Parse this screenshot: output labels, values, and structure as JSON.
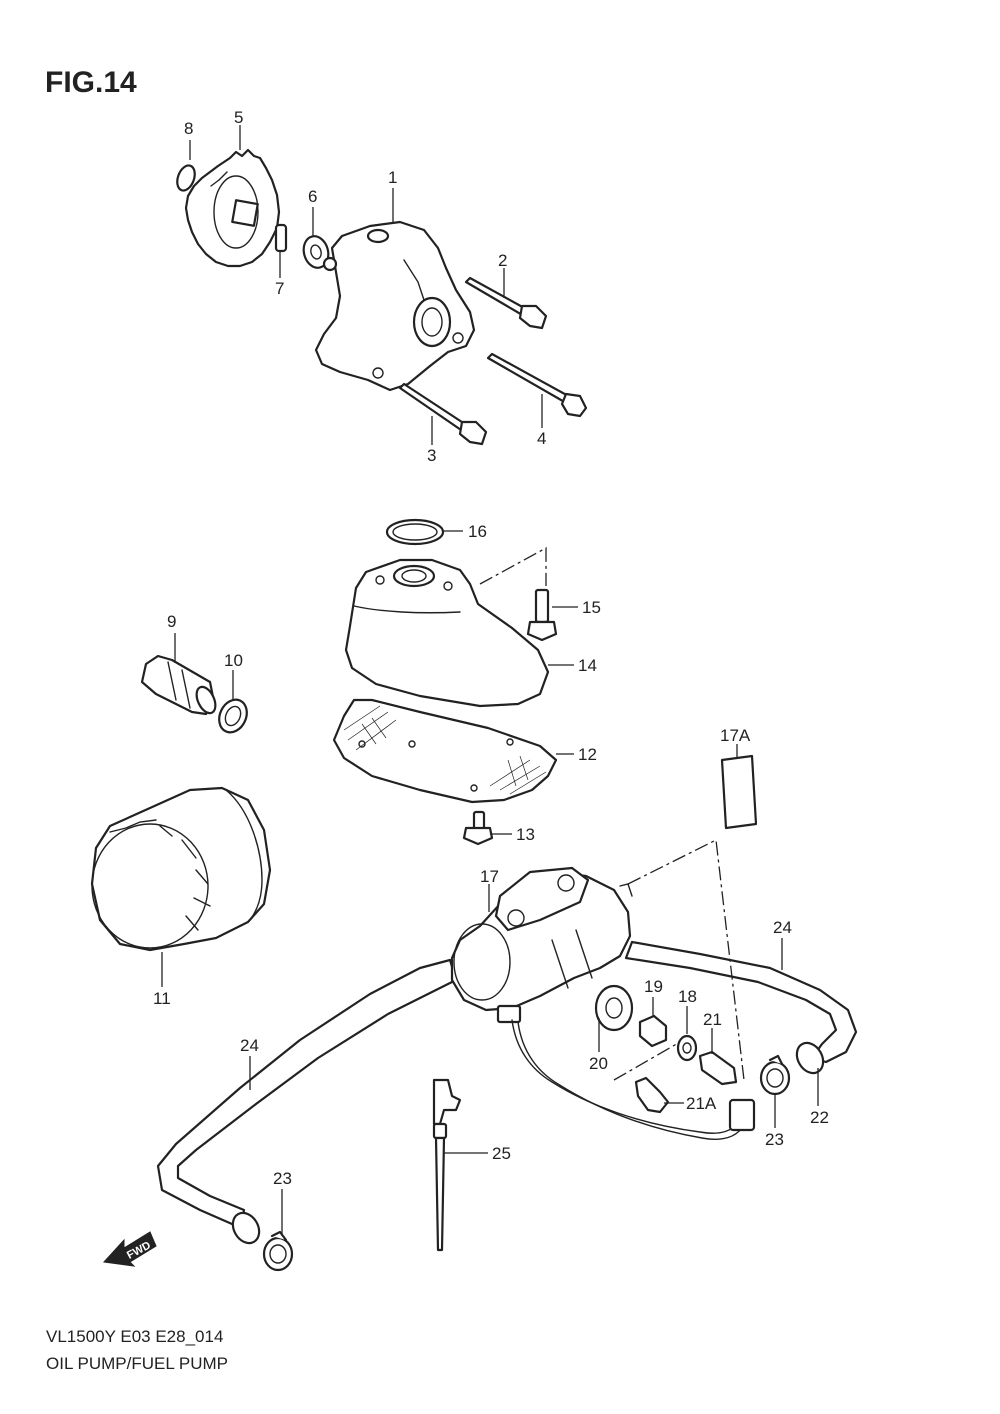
{
  "figure": {
    "title": "FIG.14",
    "model_code": "VL1500Y E03 E28_014",
    "caption": "OIL PUMP/FUEL PUMP",
    "direction_badge": "FWD"
  },
  "callouts": {
    "c1": "1",
    "c2": "2",
    "c3": "3",
    "c4": "4",
    "c5": "5",
    "c6": "6",
    "c7": "7",
    "c8": "8",
    "c9": "9",
    "c10": "10",
    "c11": "11",
    "c12": "12",
    "c13": "13",
    "c14": "14",
    "c15": "15",
    "c16": "16",
    "c17": "17",
    "c17a": "17A",
    "c18": "18",
    "c19": "19",
    "c20": "20",
    "c21": "21",
    "c21a": "21A",
    "c22": "22",
    "c23a": "23",
    "c23b": "23",
    "c24a": "24",
    "c24b": "24",
    "c25": "25"
  },
  "colors": {
    "line": "#222222",
    "background": "#ffffff"
  }
}
